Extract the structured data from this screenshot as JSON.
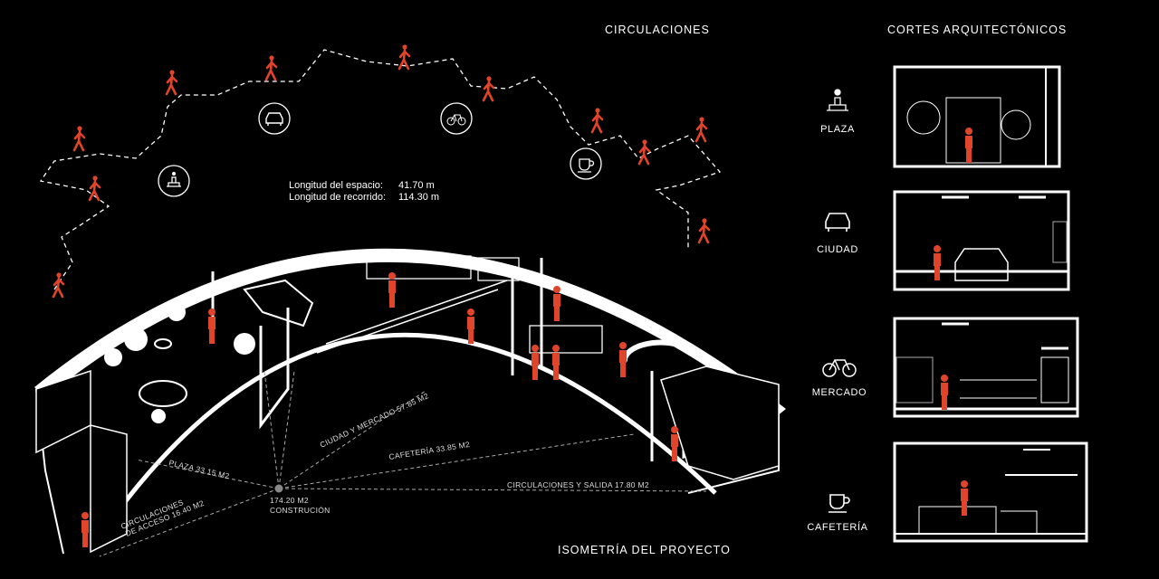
{
  "titles": {
    "circulaciones": "CIRCULACIONES",
    "cortes": "CORTES ARQUITECTÓNICOS",
    "isometria": "ISOMETRÍA DEL PROYECTO"
  },
  "info": {
    "espacio_label": "Longitud del espacio:",
    "espacio_value": "41.70 m",
    "recorrido_label": "Longitud de recorrido:",
    "recorrido_value": "114.30 m"
  },
  "areas": {
    "total_value": "174.20 M2",
    "total_label": "CONSTRUCIÓN",
    "plaza": "PLAZA 33.15 M2",
    "ciudad_mercado": "CIUDAD Y MERCADO 57.85 M2",
    "cafeteria": "CAFETERÍA 33.85 M2",
    "salida": "CIRCULACIONES Y SALIDA 17.80 M2",
    "acceso_1": "CIRCULACIONES",
    "acceso_2": "DE ACCESO 16.40 M2"
  },
  "sections": [
    {
      "label": "PLAZA",
      "icon": "fountain-icon"
    },
    {
      "label": "CIUDAD",
      "icon": "car-icon"
    },
    {
      "label": "MERCADO",
      "icon": "bicycle-icon"
    },
    {
      "label": "CAFETERÍA",
      "icon": "coffee-cup-icon"
    }
  ],
  "colors": {
    "accent": "#e0442a",
    "background": "#000000",
    "line": "#ffffff"
  }
}
